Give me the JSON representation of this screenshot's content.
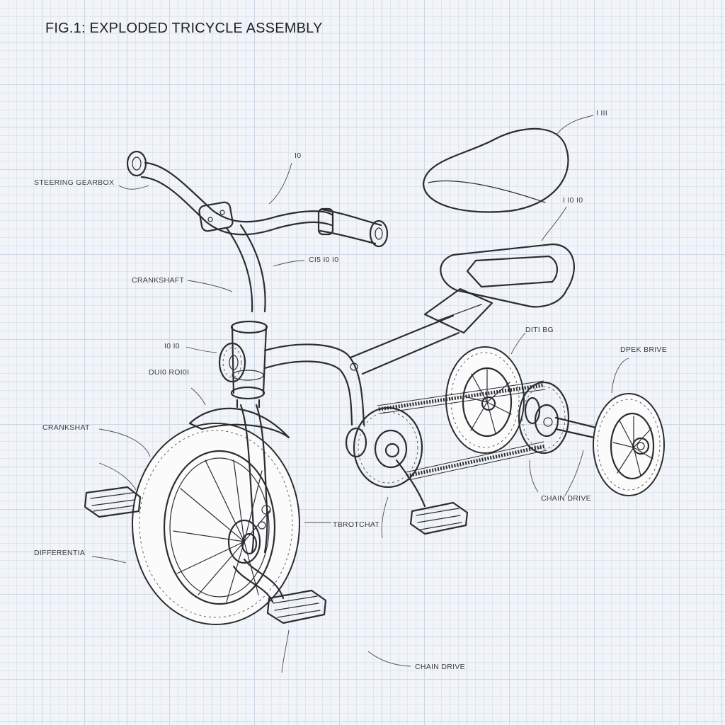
{
  "figure": {
    "title": "FIG.1: EXPLODED TRICYCLE ASSEMBLY"
  },
  "labels": {
    "steering_gearbox": "STEERING GEARBOX",
    "crankshaft_top": "CRANKSHAFT",
    "top_center": "I0",
    "top_right": "I III",
    "seat_post": "I I0 I0",
    "mid_center": "CI5 I0 I0",
    "dt_fb": "DITI BG",
    "left_small": "I0 I0",
    "dufbrorits": "DUI0 ROI0I",
    "crankshaft_left": "CRANKSHAT",
    "differential": "DIFFERENTIA",
    "tbrotchat": "TBROTCHAT",
    "chain_drive_right": "CHAIN DRIVE",
    "chain_drive_bottom": "CHAIN DRIVE",
    "dpek_brive": "DPEK BRIVE"
  },
  "colors": {
    "paper": "#f1f4f8",
    "grid_major": "#cdd7e3",
    "grid_minor": "#e0e6ee",
    "ink": "#2b2d31"
  }
}
